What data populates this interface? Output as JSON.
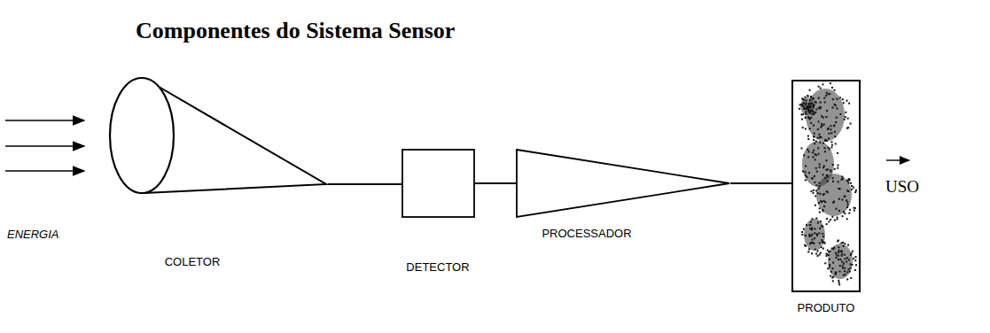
{
  "diagram": {
    "title": "Componentes do Sistema Sensor",
    "nodes": [
      {
        "text": [
          "COLETOR"
        ]
      },
      {
        "text": [
          "DETECTOR"
        ]
      },
      {
        "text": [
          "PROCESSADOR"
        ]
      },
      {
        "text": [
          "PRODUTO"
        ]
      }
    ],
    "edges": [
      {
        "from": 0,
        "to": 1,
        "arrow": "none"
      },
      {
        "from": 1,
        "to": 2,
        "arrow": "none"
      },
      {
        "from": 2,
        "to": 3,
        "arrow": "none"
      }
    ],
    "labels": [
      "ENERGIA",
      "USO"
    ]
  }
}
